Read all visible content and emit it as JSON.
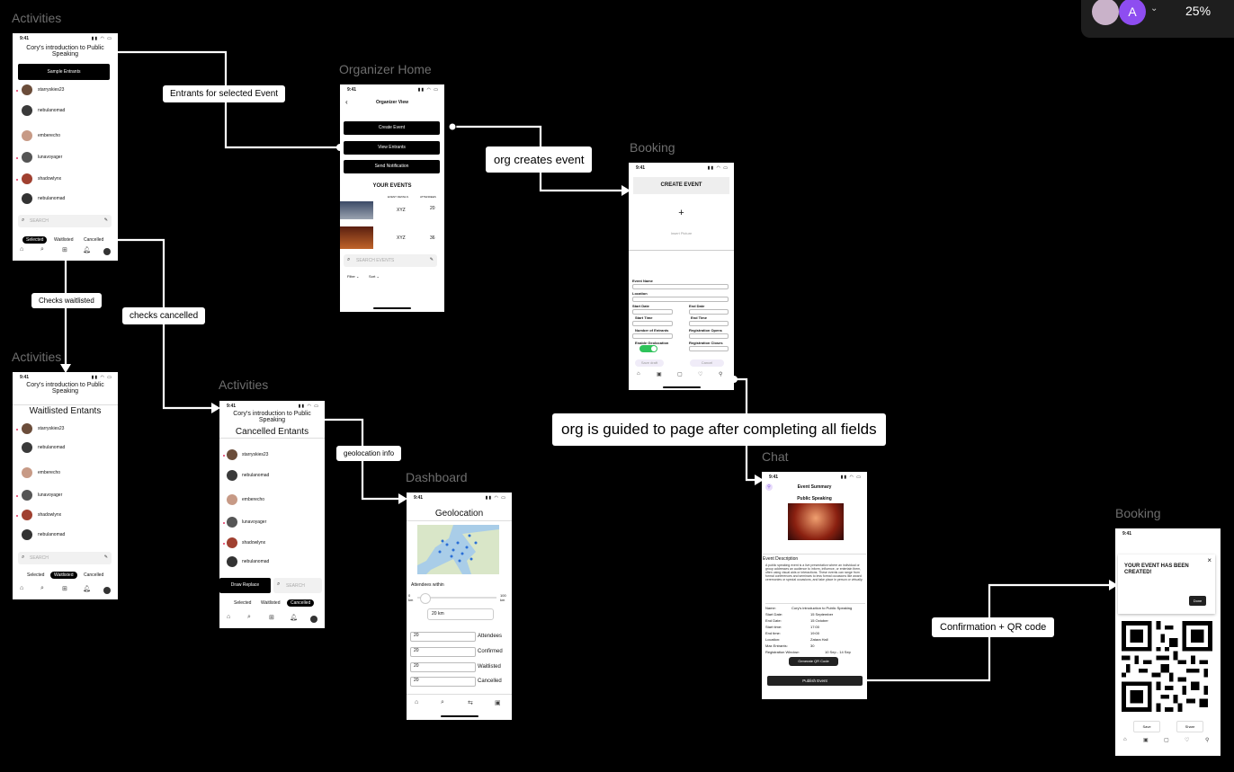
{
  "topbar": {
    "avatar_letter": "A",
    "zoom": "25%"
  },
  "frame_titles": {
    "activities_1": "Activities",
    "organizer_home": "Organizer Home",
    "booking_1": "Booking",
    "activities_2": "Activities",
    "activities_3": "Activities",
    "dashboard": "Dashboard",
    "chat": "Chat",
    "booking_2": "Booking"
  },
  "connectors": {
    "entrants_selected": "Entrants for selected Event",
    "org_creates": "org creates event",
    "checks_waitlisted": "Checks waitlisted",
    "checks_cancelled": "checks cancelled",
    "geolocation_info": "geolocation info",
    "guided": "org is guided to page after completing all fields",
    "confirmation": "Confirmation + QR code"
  },
  "status_time": "9:41",
  "event_title": "Cory's introduction to Public Speaking",
  "entrants": [
    "starryskies23",
    "nebulanomad",
    "emberecho",
    "lunavoyager",
    "shadowlynx",
    "nebulanomad"
  ],
  "activities_selected": {
    "sample_button": "Sample Entrants",
    "search_placeholder": "SEARCH",
    "tabs": [
      "Selected",
      "Waitlisted",
      "Cancelled"
    ]
  },
  "activities_waitlisted": {
    "heading": "Waitlisted Entants"
  },
  "activities_cancelled": {
    "heading": "Cancelled Entants",
    "draw_button": "Draw Replace"
  },
  "organizer": {
    "title": "Organizer View",
    "buttons": [
      "Create Event",
      "View Entrants",
      "Send Notification"
    ],
    "your_events": "YOUR EVENTS",
    "col_details": "EVENT DETAILS",
    "col_attendees": "ATTENDEES",
    "events": [
      {
        "name": "XYZ",
        "attendees": "20"
      },
      {
        "name": "XYZ",
        "attendees": "36"
      }
    ],
    "search_placeholder": "SEARCH EVENTS",
    "filter": "Filter",
    "sort": "Sort"
  },
  "create_event": {
    "header": "CREATE EVENT",
    "plus": "+",
    "insert_picture": "Insert Picture",
    "fields": {
      "event_name": "Event Name",
      "location": "Location",
      "start_date": "Start Date",
      "end_date": "End Date",
      "start_time": "Start Time",
      "end_time": "End Time",
      "num_entrants": "Number of Entrants",
      "reg_opens": "Registration Opens",
      "enable_geo": "Enable Geolocation",
      "reg_closes": "Registration Closes"
    },
    "save_draft": "Save draft",
    "cancel": "Cancel"
  },
  "geolocation": {
    "title": "Geolocation",
    "attendees_within": "Attendees within",
    "slider_min": "0 km",
    "slider_max": "100 km",
    "radius_value": "20 km",
    "stats": [
      {
        "value": "20",
        "label": "Attendees"
      },
      {
        "value": "20",
        "label": "Confirmed"
      },
      {
        "value": "20",
        "label": "Waitlisted"
      },
      {
        "value": "20",
        "label": "Cancelled"
      }
    ]
  },
  "summary": {
    "header": "Event Summary",
    "event_name": "Public Speaking",
    "desc_title": "Event Description",
    "description": "A public speaking event is a live presentation where an individual or group addresses an audience to inform, influence, or entertain them, often using visual aids or interactions. These events can range from formal conferences and seminars to less formal occasions like award ceremonies or special occasions, and take place in person or virtually.",
    "details": [
      {
        "k": "Name:",
        "v": "Cory's introduction to Public Speaking"
      },
      {
        "k": "Start Date:",
        "v": "15 September"
      },
      {
        "k": "End Date:",
        "v": "15 October"
      },
      {
        "k": "Start time:",
        "v": "17:00"
      },
      {
        "k": "End time:",
        "v": "19:00"
      },
      {
        "k": "Location:",
        "v": "Zatara Hall"
      },
      {
        "k": "Max Entrants:",
        "v": "30"
      },
      {
        "k": "Registration Window:",
        "v": "10 Sep - 14 Sep"
      }
    ],
    "qr_button": "Generate QR Code",
    "publish_button": "Publish Event"
  },
  "created": {
    "message": "YOUR EVENT HAS BEEN CREATED!",
    "done": "Done",
    "save": "Save",
    "share": "Share",
    "close": "×"
  }
}
